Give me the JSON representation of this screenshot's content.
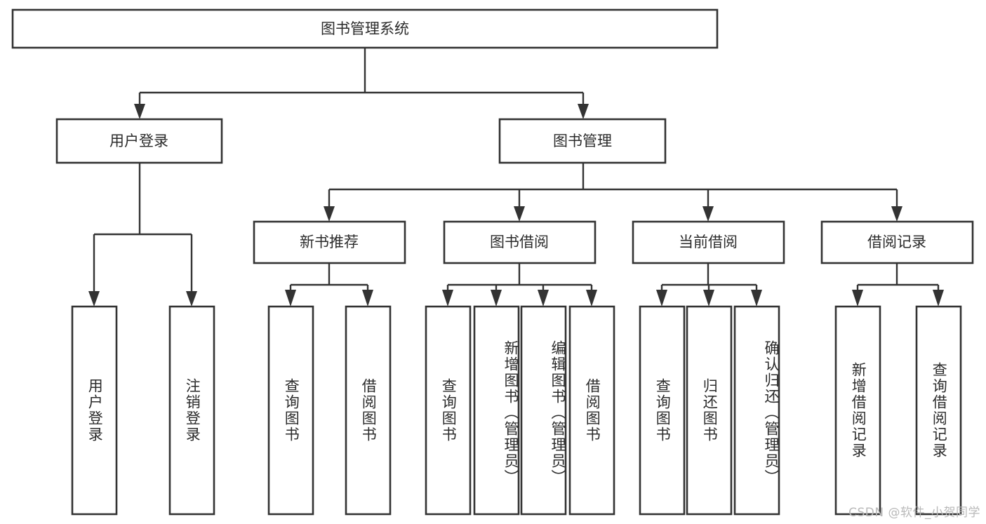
{
  "diagram": {
    "type": "tree-hierarchy",
    "title": "图书管理系统",
    "watermark": "CSDN @软件_小贺同学",
    "colors": {
      "background": "#ffffff",
      "box_fill": "#ffffff",
      "box_stroke": "#333333",
      "text": "#2b2b2b",
      "watermark": "#b9b9b9"
    },
    "root": {
      "id": "root",
      "label": "图书管理系统"
    },
    "level2": [
      {
        "id": "user-login",
        "label": "用户登录"
      },
      {
        "id": "book-manage",
        "label": "图书管理"
      }
    ],
    "level3": [
      {
        "id": "new-book-recommend",
        "label": "新书推荐",
        "parent": "book-manage"
      },
      {
        "id": "book-borrow",
        "label": "图书借阅",
        "parent": "book-manage"
      },
      {
        "id": "current-borrow",
        "label": "当前借阅",
        "parent": "book-manage"
      },
      {
        "id": "borrow-record",
        "label": "借阅记录",
        "parent": "book-manage"
      }
    ],
    "leaves": {
      "user-login": [
        {
          "id": "leaf-user-login",
          "label": "用户登录"
        },
        {
          "id": "leaf-logout",
          "label": "注销登录"
        }
      ],
      "new-book-recommend": [
        {
          "id": "leaf-query-book-1",
          "label": "查询图书"
        },
        {
          "id": "leaf-borrow-book-1",
          "label": "借阅图书"
        }
      ],
      "book-borrow": [
        {
          "id": "leaf-query-book-2",
          "label": "查询图书"
        },
        {
          "id": "leaf-add-book",
          "label": "新增图书（管理员）"
        },
        {
          "id": "leaf-edit-book",
          "label": "编辑图书（管理员）"
        },
        {
          "id": "leaf-borrow-book-2",
          "label": "借阅图书"
        }
      ],
      "current-borrow": [
        {
          "id": "leaf-query-book-3",
          "label": "查询图书"
        },
        {
          "id": "leaf-return-book",
          "label": "归还图书"
        },
        {
          "id": "leaf-confirm-return",
          "label": "确认归还（管理员）"
        }
      ],
      "borrow-record": [
        {
          "id": "leaf-add-record",
          "label": "新增借阅记录"
        },
        {
          "id": "leaf-query-record",
          "label": "查询借阅记录"
        }
      ]
    }
  }
}
